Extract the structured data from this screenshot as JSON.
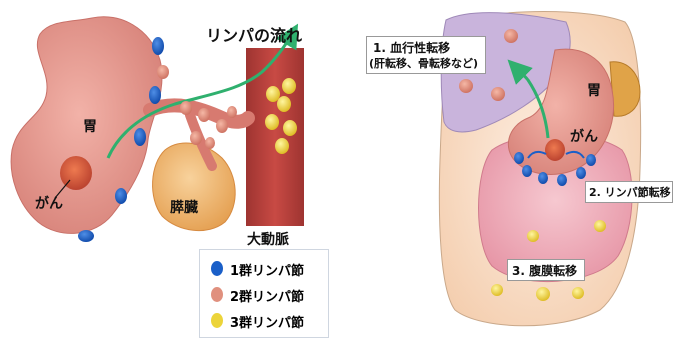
{
  "left_diagram": {
    "title_flow": "リンパの流れ",
    "stomach": "胃",
    "cancer": "がん",
    "pancreas": "膵臓",
    "aorta": "大動脈"
  },
  "legend": [
    {
      "label": "1群リンパ節",
      "color": "#1a5fc8"
    },
    {
      "label": "2群リンパ節",
      "color": "#e0907e"
    },
    {
      "label": "3群リンパ節",
      "color": "#ecd43a"
    }
  ],
  "right_diagram": {
    "hematogenous_line1": "1. 血行性転移",
    "hematogenous_line2": "(肝転移、骨転移など)",
    "stomach": "胃",
    "cancer": "がん",
    "lymph_metastasis": "2. リンパ節転移",
    "peritoneal": "3. 腹膜転移"
  },
  "colors": {
    "organ": "#e4948c",
    "organ_dark": "#b5524a",
    "aorta": "#b8403c",
    "pancreas": "#f0b978",
    "arrow": "#2fb06e",
    "peritoneum": "#fbe5d3",
    "inner_peritoneum": "#eea8b4",
    "liver": "#c9b4dc"
  }
}
